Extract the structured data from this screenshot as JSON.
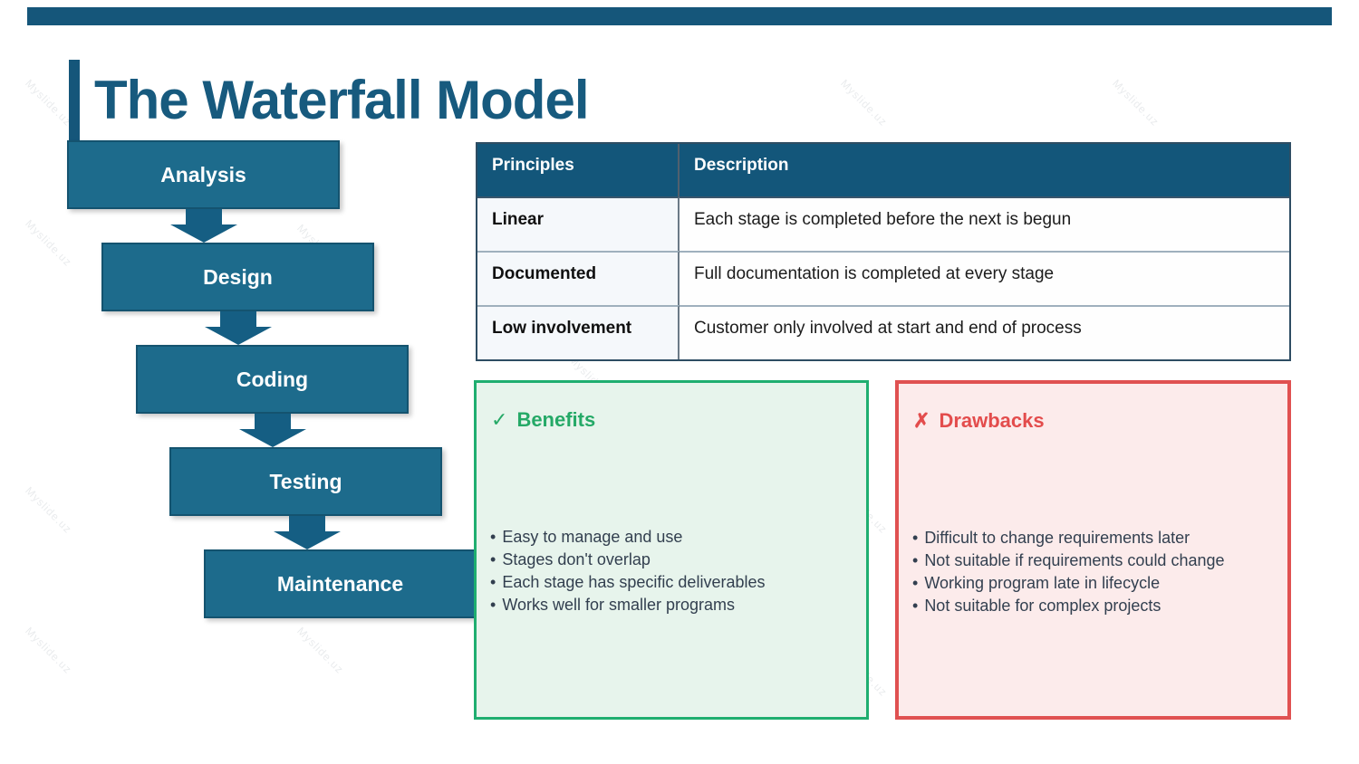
{
  "page": {
    "title": "The Waterfall Model"
  },
  "watermark": {
    "text": "Myslide.uz"
  },
  "list": {
    "bullet": "•"
  },
  "flow": {
    "stages": [
      {
        "label": "Analysis"
      },
      {
        "label": "Design"
      },
      {
        "label": "Coding"
      },
      {
        "label": "Testing"
      },
      {
        "label": "Maintenance"
      }
    ]
  },
  "principles_table": {
    "headers": [
      "Principles",
      "Description"
    ],
    "rows": [
      {
        "principle": "Linear",
        "description": "Each stage is completed before the next is begun"
      },
      {
        "principle": "Documented",
        "description": "Full documentation is completed at every stage"
      },
      {
        "principle": "Low involvement",
        "description": "Customer only involved at start and end of process"
      }
    ]
  },
  "benefits": {
    "icon": "✓",
    "title": "Benefits",
    "items": [
      "Easy to manage and use",
      "Stages don't overlap",
      "Each stage has specific deliverables",
      "Works well for smaller programs"
    ]
  },
  "drawbacks": {
    "icon": "✗",
    "title": "Drawbacks",
    "items": [
      "Difficult to change requirements later",
      "Not suitable if requirements could change",
      "Working program late in lifecycle",
      "Not suitable for complex projects"
    ]
  },
  "colors": {
    "teal_dark": "#15567a",
    "title_teal": "#175a7e",
    "box_fill": "#1d6b8c",
    "green": "#1fae70",
    "green_bg": "#e7f4ec",
    "red": "#e05151",
    "red_bg": "#fcebeb"
  }
}
